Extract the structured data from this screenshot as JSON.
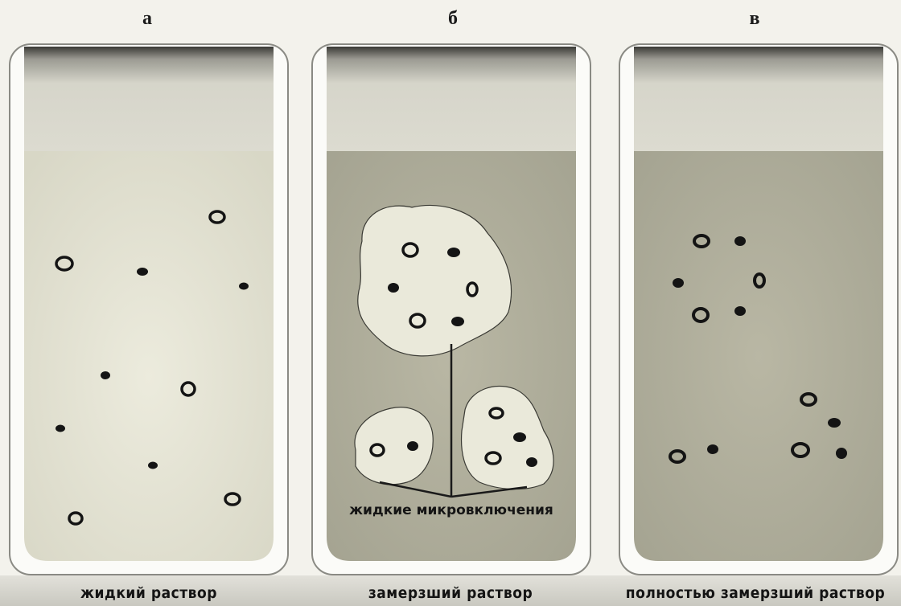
{
  "panels": [
    {
      "letter": "а",
      "caption": "жидкий раствор"
    },
    {
      "letter": "б",
      "caption": "замерзший раствор",
      "annotation": "жидкие микровключения"
    },
    {
      "letter": "в",
      "caption": "полностью замерзший раствор"
    }
  ],
  "colors": {
    "liquid": "#e4e3d3",
    "frozen": "#b2b09e",
    "frozen_dark": "#9e9d8c",
    "gas": "#d8d7cc",
    "particle": "#141414"
  }
}
